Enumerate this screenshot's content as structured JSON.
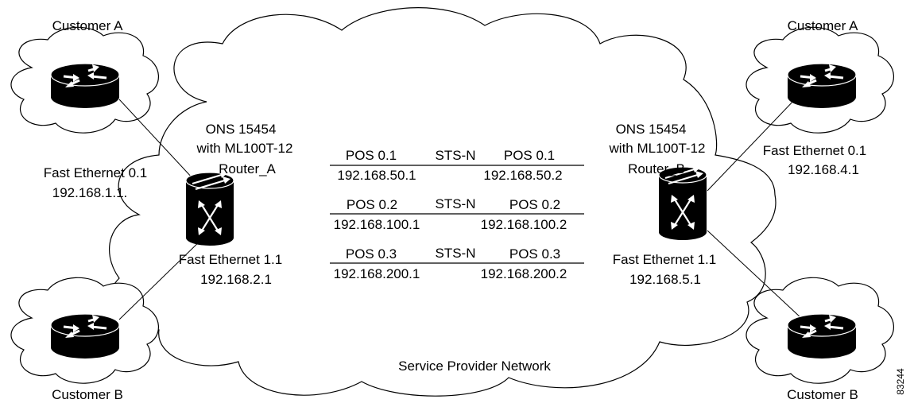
{
  "customers": {
    "top_left": "Customer A",
    "bottom_left": "Customer B",
    "top_right": "Customer A",
    "bottom_right": "Customer B"
  },
  "router_a": {
    "line1": "ONS 15454",
    "line2": "with ML100T-12",
    "name": "Router_A",
    "fe01_label": "Fast Ethernet 0.1",
    "fe01_ip": "192.168.1.1.",
    "fe11_label": "Fast Ethernet 1.1",
    "fe11_ip": "192.168.2.1"
  },
  "router_b": {
    "line1": "ONS 15454",
    "line2": "with ML100T-12",
    "name": "Router_B",
    "fe01_label": "Fast Ethernet 0.1",
    "fe01_ip": "192.168.4.1",
    "fe11_label": "Fast Ethernet 1.1",
    "fe11_ip": "192.168.5.1"
  },
  "links": [
    {
      "left_port": "POS 0.1",
      "circuit": "STS-N",
      "right_port": "POS 0.1",
      "left_ip": "192.168.50.1",
      "right_ip": "192.168.50.2"
    },
    {
      "left_port": "POS 0.2",
      "circuit": "STS-N",
      "right_port": "POS 0.2",
      "left_ip": "192.168.100.1",
      "right_ip": "192.168.100.2"
    },
    {
      "left_port": "POS 0.3",
      "circuit": "STS-N",
      "right_port": "POS 0.3",
      "left_ip": "192.168.200.1",
      "right_ip": "192.168.200.2"
    }
  ],
  "network_label": "Service Provider Network",
  "figure_number": "83244"
}
